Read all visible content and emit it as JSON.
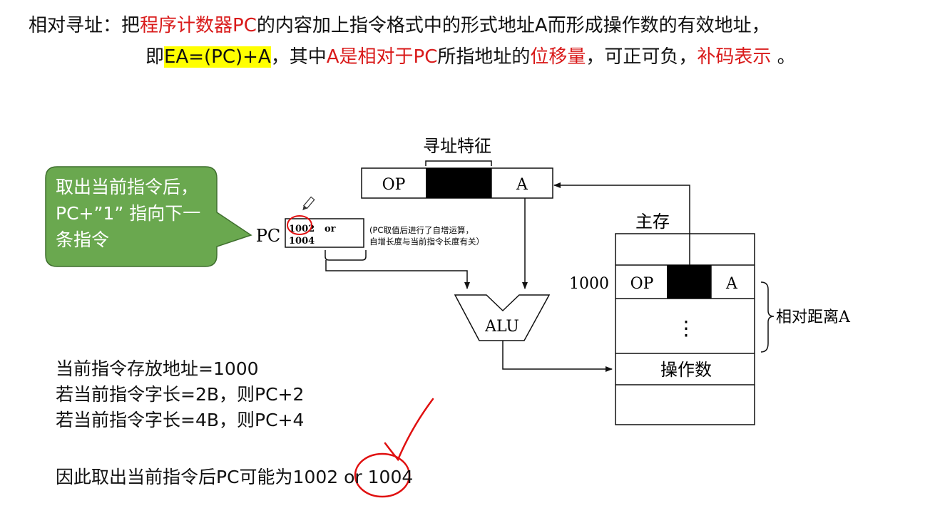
{
  "header": {
    "line1": {
      "label": "相对寻址：把",
      "term": "程序计数器PC",
      "rest": "的内容加上指令格式中的形式地址A而形成操作数的有效地址，"
    },
    "line2": {
      "prefix": "即",
      "formula": "EA=(PC)+A",
      "mid1": "，其中",
      "a_rel_pc": "A是相对于PC",
      "mid2": "所指地址的",
      "disp": "位移量",
      "mid3": "，可正可负，",
      "comp": "补码表示",
      "end": " 。"
    }
  },
  "callout": {
    "text": "取出当前指令后，PC+”1” 指向下一条指令",
    "color": "#6aa84f"
  },
  "instruction": {
    "title": "寻址特征",
    "op": "OP",
    "a": "A"
  },
  "pc": {
    "label": "PC",
    "value1": "1002",
    "or": "or",
    "value2": "1004",
    "note1": "(PC取值后进行了自增运算，",
    "note2": "自增长度与当前指令长度有关）"
  },
  "alu": {
    "label": "ALU"
  },
  "memory": {
    "title": "主存",
    "address": "1000",
    "op": "OP",
    "a": "A",
    "dots": "⋮",
    "operand": "操作数",
    "brace_label": "相对距离A"
  },
  "notes": {
    "line1": "当前指令存放地址=1000",
    "line2": "若当前指令字长=2B，则PC+2",
    "line3": "若当前指令字长=4B，则PC+4",
    "line4_prefix": "因此取出当前指令后PC可能为",
    "line4_value1": "1002",
    "line4_or": " or ",
    "line4_value2": "1004"
  },
  "colors": {
    "red": "#d91a1a",
    "highlight": "#ffff00",
    "callout_green": "#6aa84f"
  }
}
